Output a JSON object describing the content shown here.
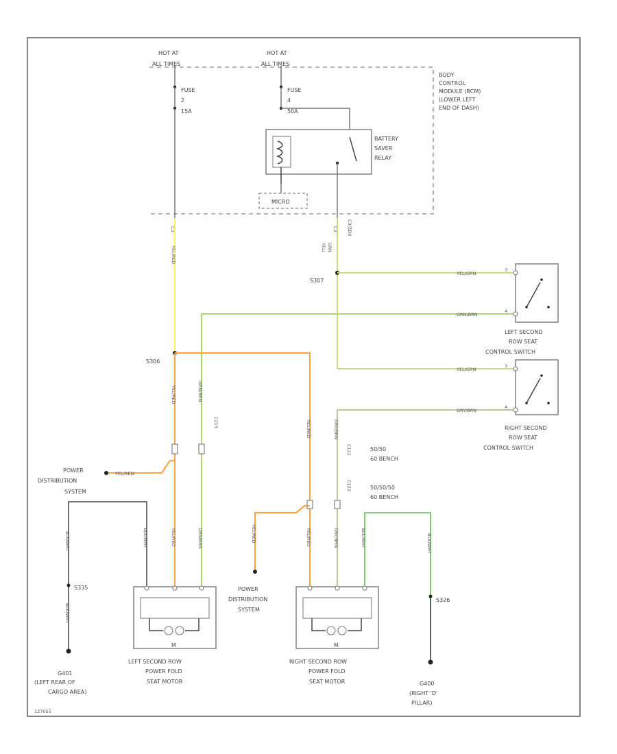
{
  "hot_at_all_times_1": [
    "HOT AT",
    "ALL TIMES"
  ],
  "hot_at_all_times_2": [
    "HOT AT",
    "ALL TIMES"
  ],
  "fuse_left": [
    "FUSE",
    "2",
    "15A"
  ],
  "fuse_right": [
    "FUSE",
    "4",
    "50A"
  ],
  "bcm": [
    "BODY",
    "CONTROL",
    "MODULE (BCM)",
    "(LOWER LEFT",
    "END OF DASH)"
  ],
  "relay_label": [
    "BATTERY",
    "SAVER",
    "RELAY"
  ],
  "micro_label": "MICRO",
  "bcm_pin_left": "C3",
  "bcm_pin_right": "C3",
  "wire_c3_right": "C3/ZD0",
  "wire_yel_red_top": "YEL/RED",
  "wire_yel_grn_top": [
    "YEL/",
    "GRN"
  ],
  "splice_s307": "S307",
  "splice_s306": "S306",
  "left_switch_wire_1": "YEL/GRN",
  "left_switch_wire_2": "GRN/BRN",
  "left_switch_pin_1": "3",
  "left_switch_pin_2": "4",
  "left_switch_label": [
    "LEFT SECOND",
    "ROW SEAT",
    "CONTROL SWITCH"
  ],
  "right_switch_wire_1": "YEL/GRN",
  "right_switch_wire_2": "GRY/BRN",
  "right_switch_pin_1": "3",
  "right_switch_pin_2": "4",
  "right_switch_label": [
    "RIGHT SECOND",
    "ROW SEAT",
    "CONTROL SWITCH"
  ],
  "wire_yel_red_mid": "YEL/RED",
  "wire_grn_brn_mid": "GRN/BRN",
  "conn_c215": "C215",
  "wire_yel_red_right": "YEL/RED",
  "wire_gry_brn_right": "GRY/BRN",
  "conn_c122": "C122",
  "conn_c122b": "C122",
  "bench_1": [
    "50/50",
    "60 BENCH"
  ],
  "bench_2": [
    "50/50/50",
    "60 BENCH"
  ],
  "pds_left": [
    "POWER",
    "DISTRIBUTION",
    "SYSTEM"
  ],
  "pds_left_wire": "YEL/RED",
  "pds_center": [
    "POWER",
    "DISTRIBUTION",
    "SYSTEM"
  ],
  "pds_center_wire": "YEL/RED",
  "left_motor_wires": [
    "BLK/WHT",
    "YEL/RED",
    "GRN/BRN"
  ],
  "right_motor_wires": [
    "YEL/RED",
    "GRY/BRN",
    "BLK/WHT"
  ],
  "wire_blk_left_1": "BLK/WHT",
  "wire_blk_left_2": "BLK/WHT",
  "wire_blk_right": "BLK/WHT",
  "splice_s335": "S335",
  "splice_s326": "S326",
  "motor_m_left": "M",
  "motor_m_right": "M",
  "left_motor_label": [
    "LEFT SECOND ROW",
    "POWER FOLD",
    "SEAT MOTOR"
  ],
  "right_motor_label": [
    "RIGHT SECOND ROW",
    "POWER FOLD",
    "SEAT MOTOR"
  ],
  "ground_g401": [
    "G401",
    "(LEFT REAR OF",
    "CARGO AREA)"
  ],
  "ground_g400": [
    "G400",
    "(RIGHT 'D'",
    "PILLAR)"
  ],
  "footer_code": "127055"
}
